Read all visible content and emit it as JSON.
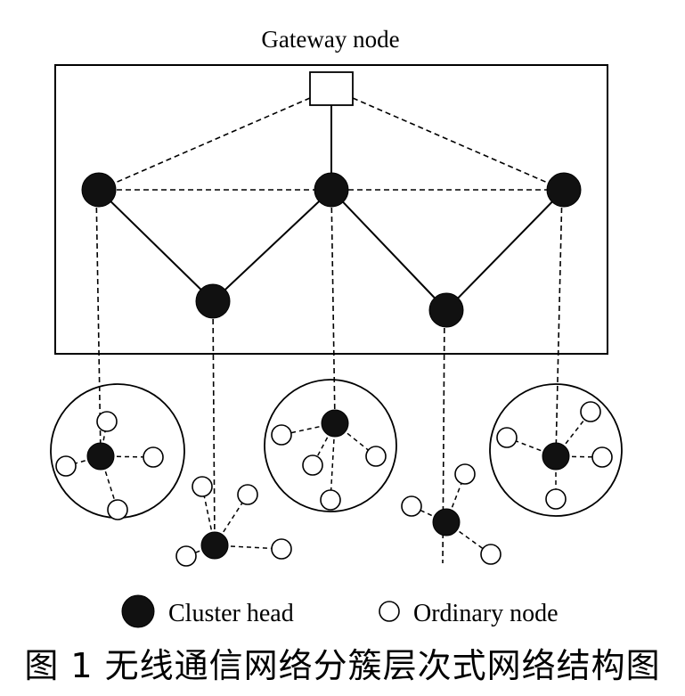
{
  "diagram": {
    "title": "Gateway node",
    "legend": {
      "cluster_head": "Cluster head",
      "ordinary_node": "Ordinary node"
    },
    "caption": "图 1  无线通信网络分簇层次式网络结构图"
  }
}
